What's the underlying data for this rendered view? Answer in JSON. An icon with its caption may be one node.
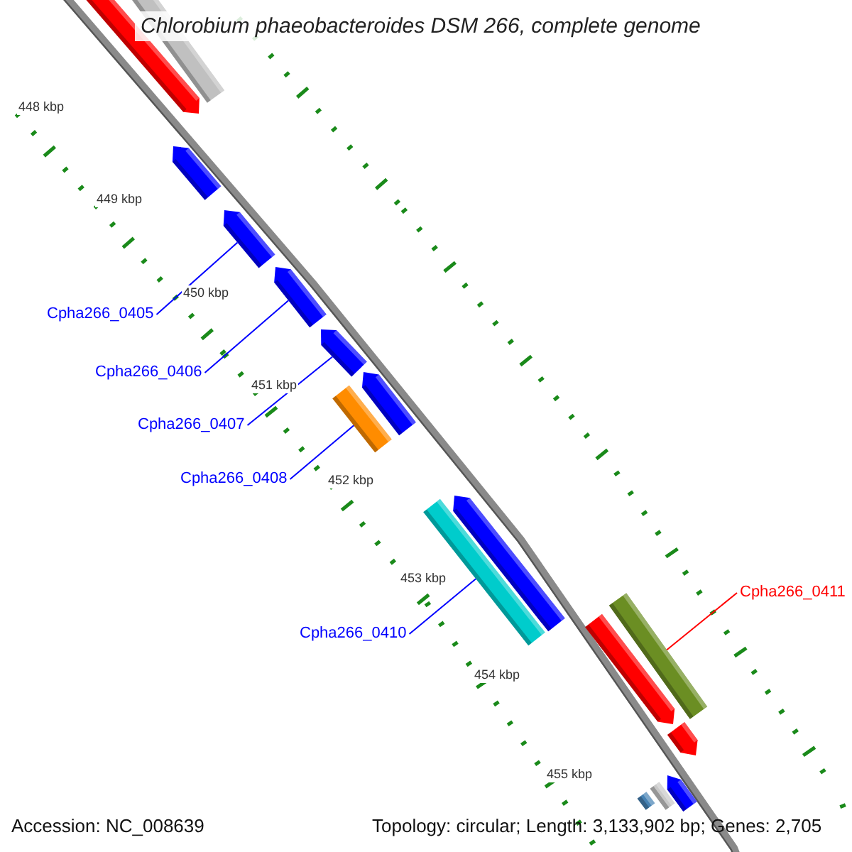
{
  "diagram": {
    "title": "Chlorobium phaeobacteroides DSM 266, complete genome",
    "nodes": [
      {
        "text": [
          "Cpha266_0405"
        ]
      },
      {
        "text": [
          "Cpha266_0406"
        ]
      },
      {
        "text": [
          "Cpha266_0407"
        ]
      },
      {
        "text": [
          "Cpha266_0408"
        ]
      },
      {
        "text": [
          "Cpha266_0410"
        ]
      },
      {
        "text": [
          "Cpha266_0411"
        ]
      },
      {
        "text": [],
        "shape": "bar"
      },
      {
        "text": [],
        "shape": "bar"
      },
      {
        "text": [],
        "shape": "bar"
      },
      {
        "text": [],
        "shape": "bar"
      },
      {
        "text": [],
        "shape": "bar"
      },
      {
        "text": [],
        "shape": "bar"
      },
      {
        "text": [],
        "shape": "bar"
      },
      {
        "text": [],
        "shape": "bar"
      },
      {
        "text": [],
        "shape": "bar"
      },
      {
        "text": [],
        "shape": "bar"
      },
      {
        "text": [],
        "shape": "bar"
      },
      {
        "text": [],
        "shape": "bar"
      },
      {
        "text": [],
        "shape": "bar"
      },
      {
        "text": [],
        "shape": "bar"
      },
      {
        "text": [],
        "shape": "bar"
      },
      {
        "text": [],
        "shape": "bar"
      }
    ],
    "edges": [
      {
        "from": 0,
        "to": 9,
        "arrow": "none"
      },
      {
        "from": 1,
        "to": 10,
        "arrow": "none"
      },
      {
        "from": 2,
        "to": 11,
        "arrow": "none"
      },
      {
        "from": 3,
        "to": 13,
        "arrow": "none"
      },
      {
        "from": 4,
        "to": 15,
        "arrow": "none"
      },
      {
        "from": 5,
        "to": 16,
        "arrow": "none",
        "color": "#ff0000"
      }
    ],
    "labels": [
      "448 kbp",
      "449 kbp",
      "450 kbp",
      "451 kbp",
      "452 kbp",
      "453 kbp",
      "454 kbp",
      "455 kbp",
      "Accession: NC_008639",
      "Topology: circular; Length: 3,133,902 bp; Genes: 2,705"
    ]
  }
}
